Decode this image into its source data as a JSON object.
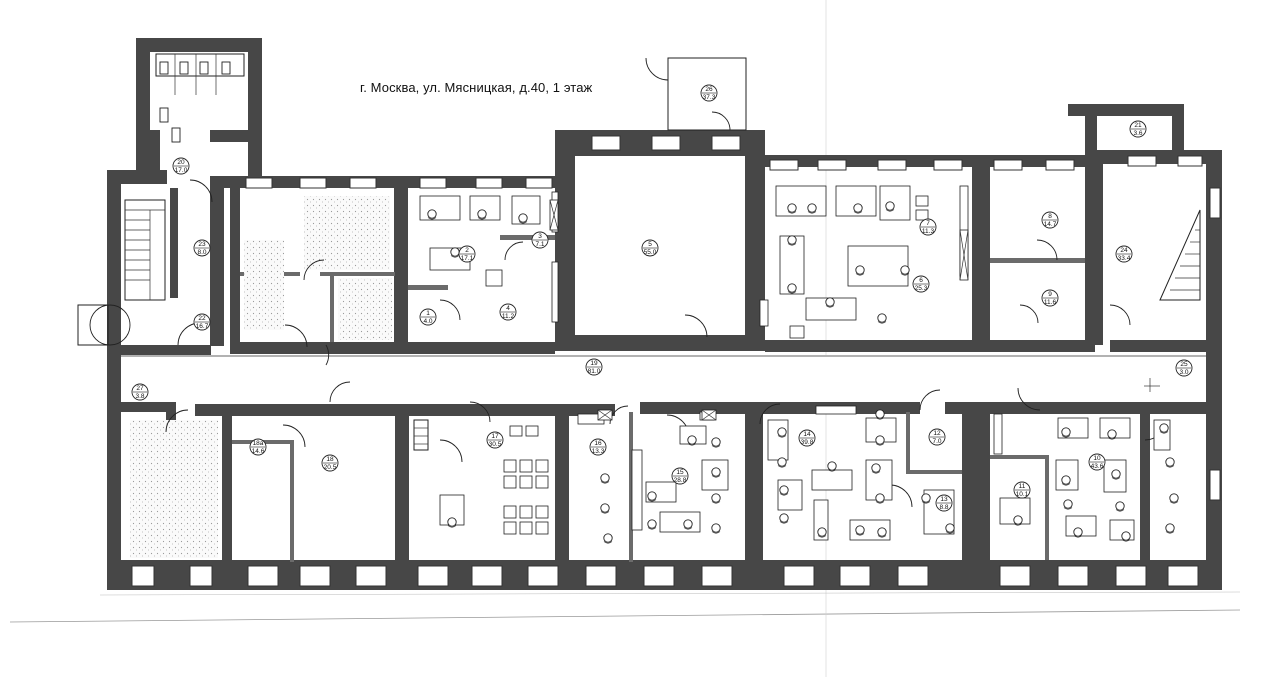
{
  "plan": {
    "title": "г. Москва, ул. Мясницкая, д.40, 1 этаж",
    "rooms": [
      {
        "id": "1",
        "num": "1",
        "area": "4.0"
      },
      {
        "id": "2",
        "num": "2",
        "area": "17.1"
      },
      {
        "id": "3",
        "num": "3",
        "area": "7.1"
      },
      {
        "id": "4",
        "num": "4",
        "area": "11.2"
      },
      {
        "id": "5",
        "num": "5",
        "area": "55.0"
      },
      {
        "id": "6",
        "num": "6",
        "area": "25.3"
      },
      {
        "id": "7",
        "num": "7",
        "area": "11.3"
      },
      {
        "id": "8",
        "num": "8",
        "area": "14.7"
      },
      {
        "id": "9",
        "num": "9",
        "area": "11.6"
      },
      {
        "id": "10",
        "num": "10",
        "area": "43.6"
      },
      {
        "id": "11",
        "num": "11",
        "area": "10.1"
      },
      {
        "id": "12",
        "num": "12",
        "area": "7.0"
      },
      {
        "id": "13",
        "num": "13",
        "area": "8.8"
      },
      {
        "id": "14",
        "num": "14",
        "area": "39.8"
      },
      {
        "id": "15",
        "num": "15",
        "area": "28.8"
      },
      {
        "id": "16",
        "num": "16",
        "area": "13.3"
      },
      {
        "id": "17",
        "num": "17",
        "area": "30.5"
      },
      {
        "id": "18",
        "num": "18",
        "area": "20.5"
      },
      {
        "id": "18a",
        "num": "18а",
        "area": "14.6"
      },
      {
        "id": "19",
        "num": "19",
        "area": "81.0"
      },
      {
        "id": "20",
        "num": "20",
        "area": "17.0"
      },
      {
        "id": "21",
        "num": "21",
        "area": "3.6"
      },
      {
        "id": "22",
        "num": "22",
        "area": "16.7"
      },
      {
        "id": "23",
        "num": "23",
        "area": "8.0"
      },
      {
        "id": "24",
        "num": "24",
        "area": "33.4"
      },
      {
        "id": "25",
        "num": "25",
        "area": "3.0"
      },
      {
        "id": "26",
        "num": "26",
        "area": "37.3"
      },
      {
        "id": "27",
        "num": "27",
        "area": "3.8"
      }
    ]
  }
}
